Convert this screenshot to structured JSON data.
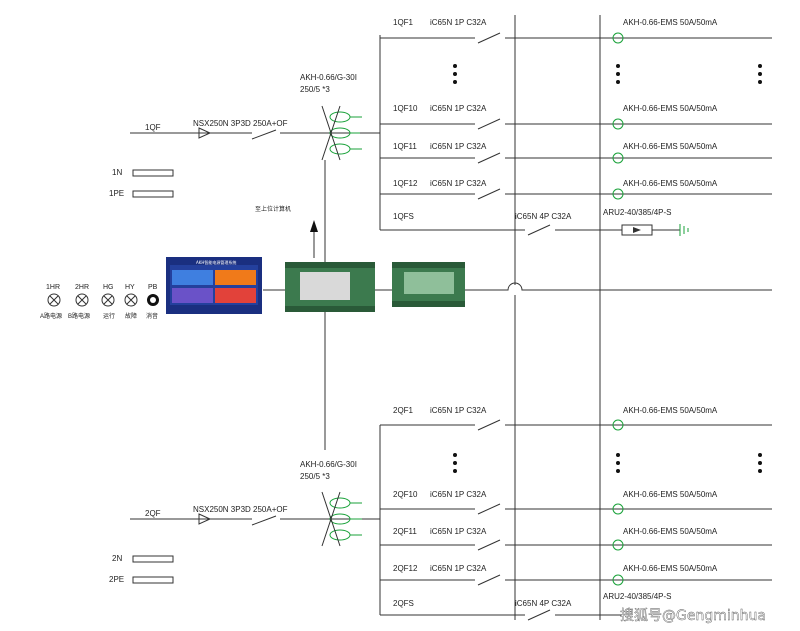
{
  "upper": {
    "incomer": {
      "id": "1QF",
      "breaker": "NSX250N 3P3D 250A+OF",
      "ct": "AKH-0.66/G-30I",
      "ct_ratio": "250/5  *3"
    },
    "busbars": [
      {
        "id": "1N"
      },
      {
        "id": "1PE"
      }
    ],
    "feeders": [
      {
        "id": "1QF1",
        "breaker": "iC65N 1P C32A",
        "rcm": "AKH-0.66-EMS 50A/50mA"
      },
      {
        "id": "1QF10",
        "breaker": "iC65N 1P C32A",
        "rcm": "AKH-0.66-EMS 50A/50mA"
      },
      {
        "id": "1QF11",
        "breaker": "iC65N 1P C32A",
        "rcm": "AKH-0.66-EMS 50A/50mA"
      },
      {
        "id": "1QF12",
        "breaker": "iC65N 1P C32A",
        "rcm": "AKH-0.66-EMS 50A/50mA"
      }
    ],
    "spd": {
      "id": "1QFS",
      "breaker": "iC65N 4P C32A",
      "device": "ARU2-40/385/4P-S"
    }
  },
  "lower": {
    "incomer": {
      "id": "2QF",
      "breaker": "NSX250N 3P3D 250A+OF",
      "ct": "AKH-0.66/G-30I",
      "ct_ratio": "250/5  *3"
    },
    "busbars": [
      {
        "id": "2N"
      },
      {
        "id": "2PE"
      }
    ],
    "feeders": [
      {
        "id": "2QF1",
        "breaker": "iC65N 1P C32A",
        "rcm": "AKH-0.66-EMS 50A/50mA"
      },
      {
        "id": "2QF10",
        "breaker": "iC65N 1P C32A",
        "rcm": "AKH-0.66-EMS 50A/50mA"
      },
      {
        "id": "2QF11",
        "breaker": "iC65N 1P C32A",
        "rcm": "AKH-0.66-EMS 50A/50mA"
      },
      {
        "id": "2QF12",
        "breaker": "iC65N 1P C32A",
        "rcm": "AKH-0.66-EMS 50A/50mA"
      }
    ],
    "spd": {
      "id": "2QFS",
      "breaker": "iC65N 4P C32A",
      "device": "ARU2-40/385/4P-S"
    }
  },
  "uplink_label": "至上位计算机",
  "hmi": {
    "title": "AKH智能电源管理系统"
  },
  "indicators": [
    {
      "code": "1HR",
      "caption": "A路电源"
    },
    {
      "code": "2HR",
      "caption": "B路电源"
    },
    {
      "code": "HG",
      "caption": "运行"
    },
    {
      "code": "HY",
      "caption": "故障"
    },
    {
      "code": "PB",
      "caption": "消音"
    }
  ],
  "watermark": "搜狐号@Gengminhua",
  "colors": {
    "line": "#333333",
    "ct_green": "#1aa23a",
    "hmi_blue": "#1a2f80",
    "device_green": "#3c7a4e"
  }
}
